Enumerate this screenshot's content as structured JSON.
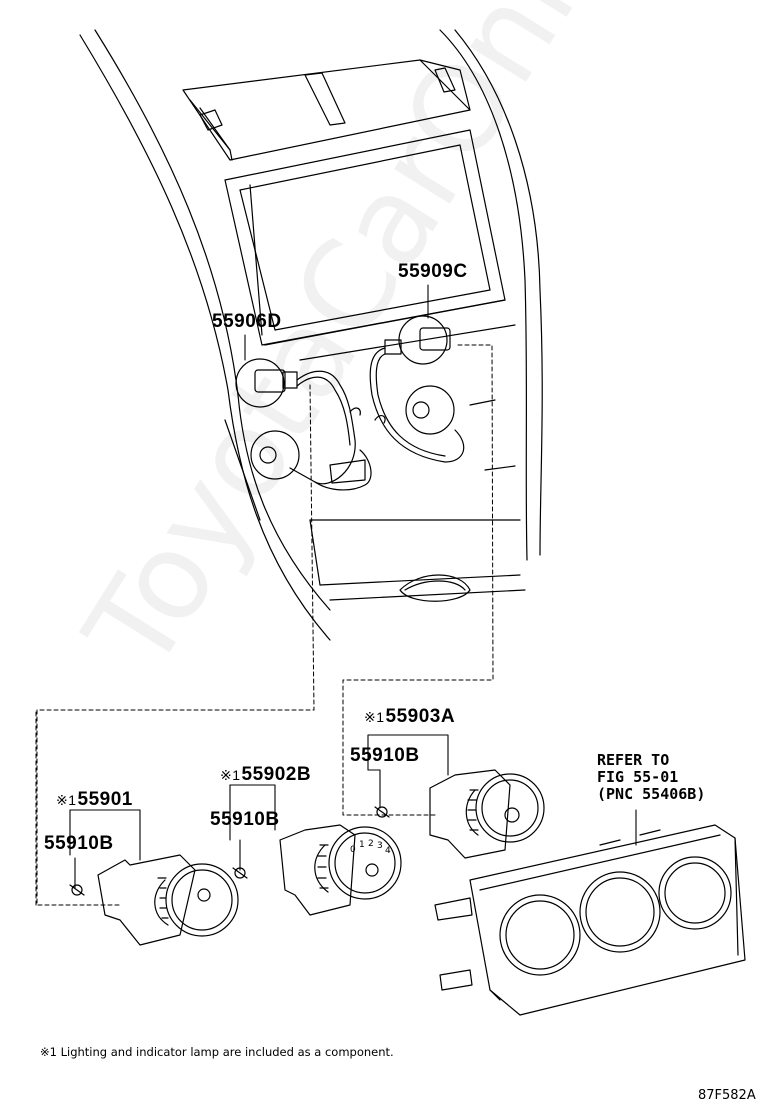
{
  "callouts": {
    "p55909C": "55909C",
    "p55906D": "55906D",
    "p55903A": "55903A",
    "p55910B_a": "55910B",
    "p55902B": "55902B",
    "p55910B_b": "55910B",
    "p55901": "55901",
    "p55910B_c": "55910B"
  },
  "component_mark": "※1",
  "refer_lines": [
    "REFER TO",
    "FIG 55-01",
    "(PNC 55406B)"
  ],
  "footnote": "※1 Lighting and indicator lamp are included as a component.",
  "figure_code": "87F582A",
  "watermark": "ToyotaCarOnline.ru",
  "knob_numbers": [
    "0",
    "1",
    "2",
    "3",
    "4"
  ],
  "colors": {
    "line": "#000000",
    "watermark": "#969696"
  }
}
